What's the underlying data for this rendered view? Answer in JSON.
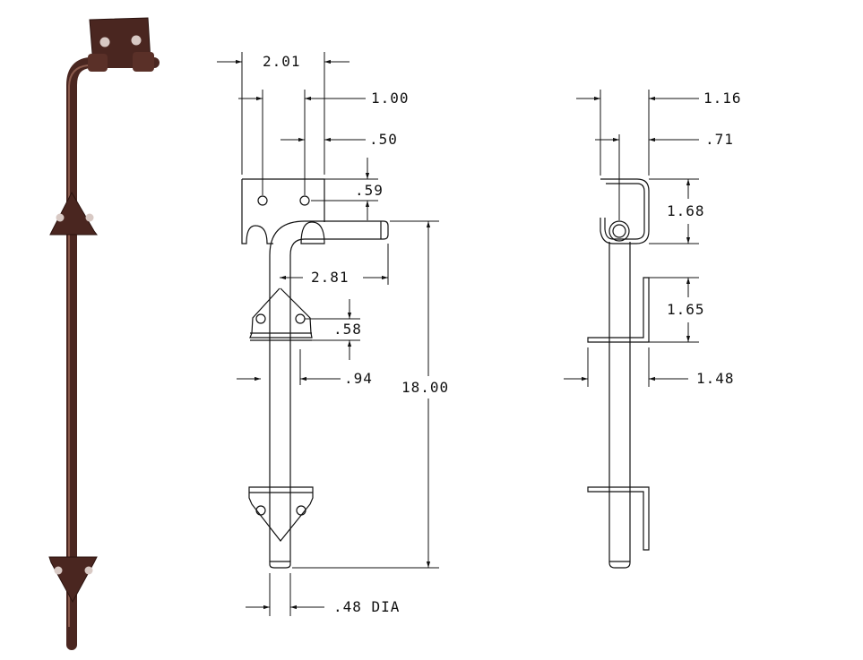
{
  "colors": {
    "photo_metal": "#4a2620",
    "photo_highlight": "#8a5a4c",
    "line": "#111111",
    "background": "#ffffff"
  },
  "views": {
    "photo": {
      "name": "cane-bolt-photo"
    },
    "front": {
      "dim_overall_width": "2.01",
      "dim_hole_spacing": "1.00",
      "dim_hole_offset": ".50",
      "dim_hole_height": ".59",
      "dim_rod_projection": "2.81",
      "dim_keeper_hole_height": ".58",
      "dim_keeper_width": ".94",
      "dim_length": "18.00",
      "dim_rod_diameter": ".48 DIA"
    },
    "side": {
      "dim_bracket_depth": "1.16",
      "dim_rod_offset": ".71",
      "dim_bracket_height": "1.68",
      "dim_keeper_height": "1.65",
      "dim_keeper_depth": "1.48"
    }
  }
}
